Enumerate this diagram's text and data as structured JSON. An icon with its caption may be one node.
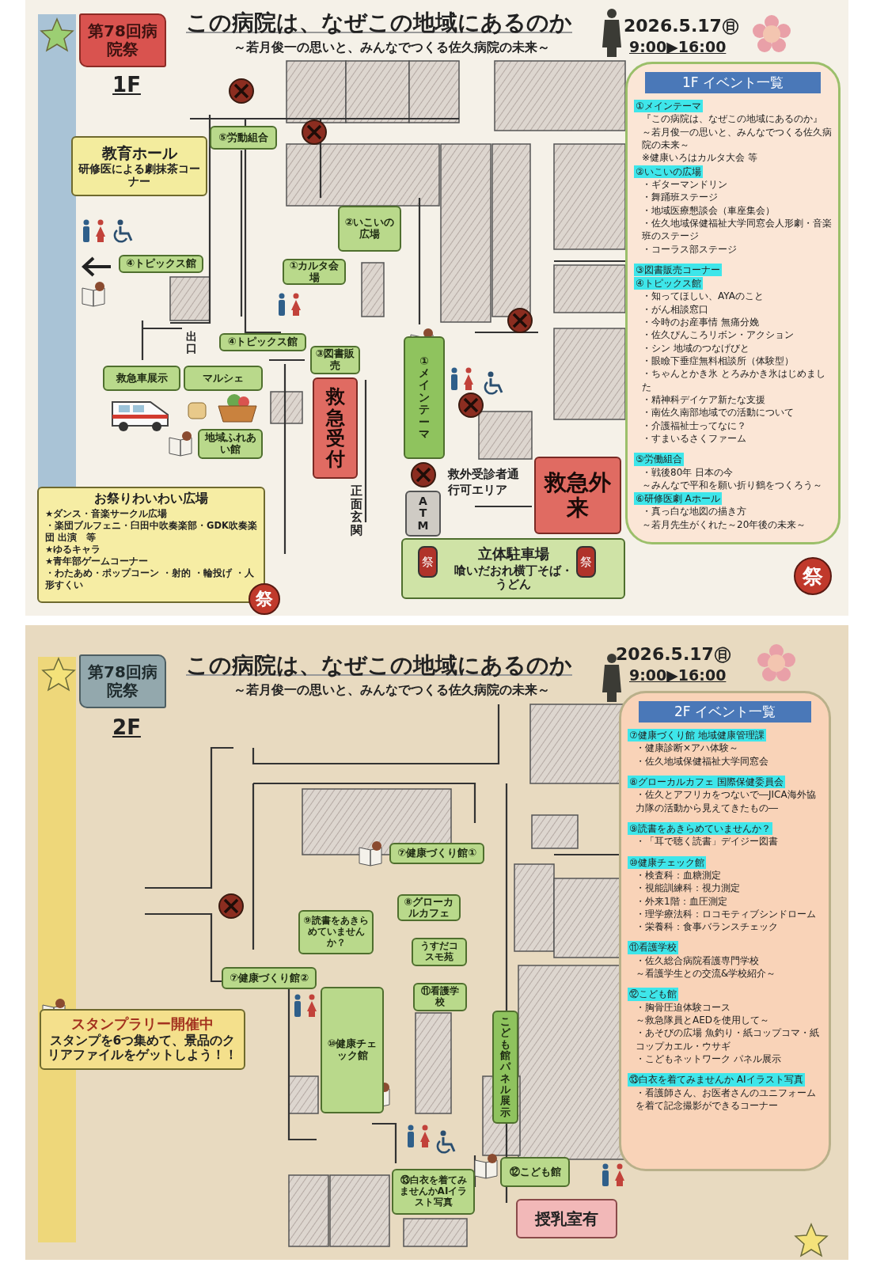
{
  "diagram": {
    "nodes": [
      {
        "text": [
          "第78回病院祭"
        ]
      },
      {
        "text": [
          "教育ホール",
          "研修医による劇抹茶コーナー"
        ]
      },
      {
        "text": [
          "⑤労動組合"
        ]
      },
      {
        "text": [
          "②いこいの広場"
        ]
      },
      {
        "text": [
          "①カルタ会場"
        ]
      },
      {
        "text": [
          "④トピックス館"
        ]
      },
      {
        "text": [
          "④トピックス館"
        ]
      },
      {
        "text": [
          "③図書販売"
        ]
      },
      {
        "text": [
          "救急車展示"
        ]
      },
      {
        "text": [
          "マルシェ"
        ]
      },
      {
        "text": [
          "地域ふれあい館"
        ]
      },
      {
        "text": [
          "救急受付"
        ]
      },
      {
        "text": [
          "①メインテーマ"
        ]
      },
      {
        "text": [
          "救急外来"
        ]
      },
      {
        "text": [
          "ATM"
        ]
      },
      {
        "text": [
          "立体駐車場",
          "喰いだおれ横丁そば・うどん"
        ]
      },
      {
        "text": [
          "お祭りわいわい広場",
          "★ダンス・音楽サークル広場",
          "・楽団ブルフェニ・臼田中吹奏楽部・GDK吹奏楽団 出演　等",
          "★ゆるキャラ",
          "★青年部ゲームコーナー",
          "・わたあめ・ポップコーン ・射的 ・輪投げ ・人形すくい"
        ]
      },
      {
        "text": [
          "1F イベント一覧",
          "①メインテーマ",
          "『この病院は、なぜこの地域にあるのか』",
          "～若月俊一の思いと、みんなでつくる佐久病院の未来～",
          "※健康いろはカルタ大会 等",
          "②いこいの広場",
          "・ギターマンドリン",
          "・舞踊班ステージ",
          "・地域医療懇談会（車座集会）",
          "・佐久地域保健福祉大学同窓会人形劇・音楽班のステージ",
          "・コーラス部ステージ",
          "③図書販売コーナー",
          "④トピックス館",
          "・知ってほしい、AYAのこと",
          "・がん相談窓口",
          "・今時のお産事情 無痛分娩",
          "・佐久ぴんころリボン・アクション",
          "・シン 地域のつなげびと",
          "・眼瞼下垂症無料相談所（体験型）",
          "・ちゃんとかき氷 とろみかき氷はじめました",
          "・精神科デイケア新たな支援",
          "・南佐久南部地域での活動について",
          "・介護福祉士ってなに？",
          "・すまいるさくファーム",
          "⑤労働組合",
          "・戦後80年 日本の今",
          "～みんなで平和を願い折り鶴をつくろう～",
          "⑥研修医劇 Aホール",
          "・真っ白な地図の描き方",
          "～若月先生がくれた～20年後の未来～"
        ]
      },
      {
        "text": [
          "第78回病院祭"
        ]
      },
      {
        "text": [
          "⑦健康づくり館①"
        ]
      },
      {
        "text": [
          "⑧グローカルカフェ"
        ]
      },
      {
        "text": [
          "⑨読書をあきらめていませんか？"
        ]
      },
      {
        "text": [
          "うすだコスモ苑"
        ]
      },
      {
        "text": [
          "⑦健康づくり館②"
        ]
      },
      {
        "text": [
          "⑪看護学校"
        ]
      },
      {
        "text": [
          "⑩健康チェック館"
        ]
      },
      {
        "text": [
          "こども館パネル展示"
        ]
      },
      {
        "text": [
          "⑫こども館"
        ]
      },
      {
        "text": [
          "⑬白衣を着てみませんかAIイラスト写真"
        ]
      },
      {
        "text": [
          "スタンプラリー開催中",
          "スタンプを6つ集めて、景品のクリアファイルをゲットしよう！！"
        ]
      },
      {
        "text": [
          "授乳室有"
        ]
      },
      {
        "text": [
          "2F イベント一覧",
          "⑦健康づくり館 地域健康管理課",
          "・健康診断×アハ体験～",
          "・佐久地域保健福祉大学同窓会",
          "⑧グローカルカフェ 国際保健委員会",
          "・佐久とアフリカをつないで―JICA海外協力隊の活動から見えてきたもの―",
          "⑨読書をあきらめていませんか？",
          "・「耳で聴く読書」デイジー図書",
          "⑩健康チェック館",
          "・検査科：血糖測定",
          "・視能訓練科：視力測定",
          "・外来1階：血圧測定",
          "・理学療法科：ロコモティブシンドローム",
          "・栄養科：食事バランスチェック",
          "⑪看護学校",
          "・佐久総合病院看護専門学校",
          "～看護学生との交流&学校紹介～",
          "⑫こども館",
          "・胸骨圧迫体験コース",
          "～救急隊員とAEDを使用して～",
          "・あそびの広場 魚釣り・紙コップコマ・紙コップカエル・ウサギ",
          "・こどもネットワーク パネル展示",
          "⑬白衣を着てみませんか AIイラスト写真",
          "・看護師さん、お医者さんのユニフォームを着て記念撮影ができるコーナー"
        ]
      }
    ],
    "labels": [
      "この病院は、なぜこの地域にあるのか",
      "～若月俊一の思いと、みんなでつくる佐久病院の未来～",
      "2026.5.17㊐",
      "9:00▶16:00",
      "1F",
      "出口",
      "救外受診者通行可エリア",
      "正面玄関",
      "祭",
      "祭",
      "祭",
      "祭",
      "この病院は、なぜこの地域にあるのか",
      "～若月俊一の思いと、みんなでつくる佐久病院の未来～",
      "2026.5.17㊐",
      "9:00▶16:00",
      "2F"
    ]
  }
}
